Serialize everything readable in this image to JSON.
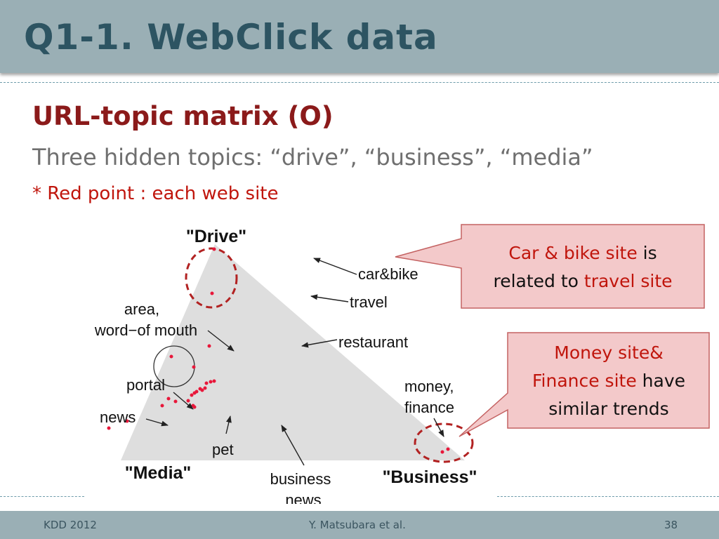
{
  "header": {
    "title": "Q1-1. WebClick data"
  },
  "body": {
    "subtitle": "URL-topic matrix (O)",
    "line2": "Three hidden topics: “drive”, “business”, “media”",
    "line3": "* Red point : each web site"
  },
  "diagram": {
    "vertex_top": "\"Drive\"",
    "vertex_left": "\"Media\"",
    "vertex_right": "\"Business\"",
    "label_carbike": "car&bike",
    "label_travel": "travel",
    "label_area_1": "area,",
    "label_area_2": "word−of mouth",
    "label_restaurant": "restaurant",
    "label_portal": "portal",
    "label_news": "news",
    "label_pet": "pet",
    "label_money_1": "money,",
    "label_money_2": "finance",
    "label_bnews_1": "business",
    "label_bnews_2": "news"
  },
  "callout1": {
    "p1": "Car & bike site",
    "p2": " is",
    "p3": "related to ",
    "p4": "travel site"
  },
  "callout2": {
    "p1": "Money site&",
    "p2": "Finance site",
    "p3": " have",
    "p4": "similar trends"
  },
  "footer": {
    "left": "KDD 2012",
    "center": "Y. Matsubara et al.",
    "right": "38"
  },
  "colors": {
    "header_bg": "#9aafb5",
    "title": "#2d5462",
    "accent_red": "#c0150c",
    "subtitle": "#8b1a1a",
    "callout_bg": "#f3c9ca",
    "point": "#e8173a"
  }
}
